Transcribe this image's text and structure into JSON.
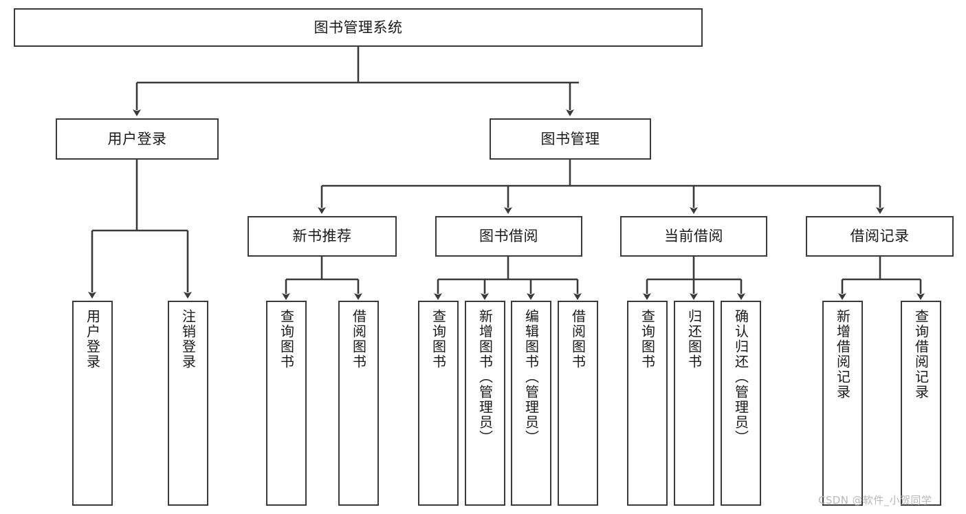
{
  "diagram": {
    "title": "图书管理系统",
    "type": "hierarchy-tree",
    "orientation": "top-down",
    "colors": {
      "box_border": "#3a3a3a",
      "box_fill": "#ffffff",
      "connector": "#3a3a3a",
      "text": "#1a1a1a",
      "watermark": "#b9b9b9"
    },
    "root": {
      "label": "图书管理系统"
    },
    "level2": [
      {
        "label": "用户登录"
      },
      {
        "label": "图书管理"
      }
    ],
    "level3": [
      {
        "label": "新书推荐"
      },
      {
        "label": "图书借阅"
      },
      {
        "label": "当前借阅"
      },
      {
        "label": "借阅记录"
      }
    ],
    "leaves": {
      "user_login": [
        {
          "label": "用户登录"
        },
        {
          "label": "注销登录"
        }
      ],
      "new_book_recommend": [
        {
          "label": "查询图书"
        },
        {
          "label": "借阅图书"
        }
      ],
      "book_borrow": [
        {
          "label": "查询图书"
        },
        {
          "label": "新增图书（管理员）"
        },
        {
          "label": "编辑图书（管理员）"
        },
        {
          "label": "借阅图书"
        }
      ],
      "current_borrow": [
        {
          "label": "查询图书"
        },
        {
          "label": "归还图书"
        },
        {
          "label": "确认归还（管理员）"
        }
      ],
      "borrow_record": [
        {
          "label": "新增借阅记录"
        },
        {
          "label": "查询借阅记录"
        }
      ]
    }
  },
  "watermark": {
    "text": "CSDN @软件_小贺同学"
  }
}
